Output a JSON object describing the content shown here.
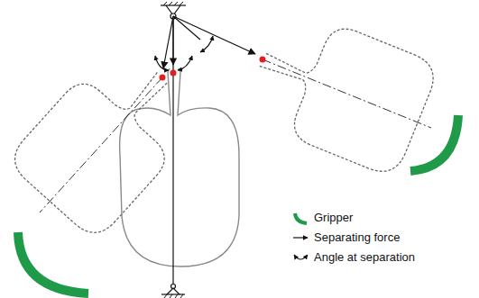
{
  "diagram": {
    "legend": [
      {
        "text": "Gripper"
      },
      {
        "text": "Separating force"
      },
      {
        "text": "Angle at separation"
      }
    ]
  }
}
